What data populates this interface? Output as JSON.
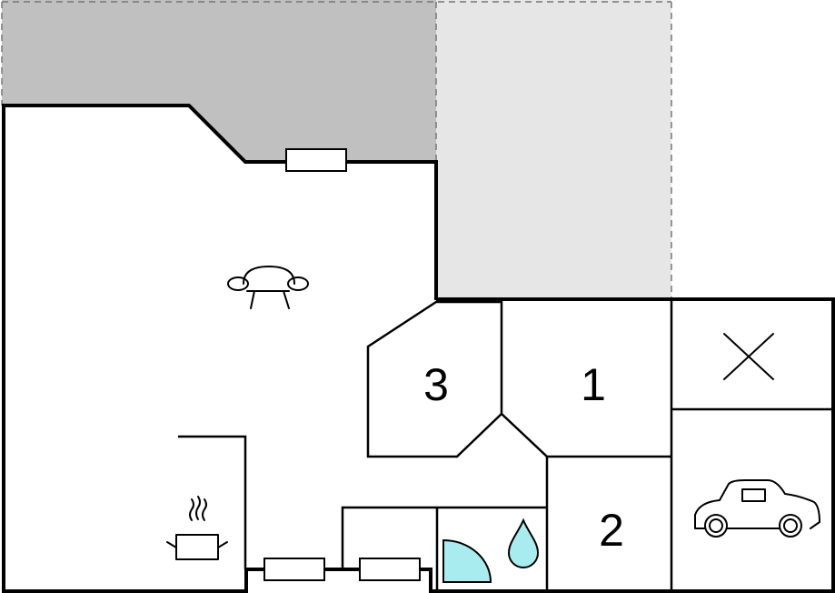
{
  "floor_plan": {
    "rooms": [
      {
        "id": "room-3",
        "label": "3"
      },
      {
        "id": "room-1",
        "label": "1"
      },
      {
        "id": "room-2",
        "label": "2"
      }
    ],
    "icons": [
      "sofa-icon",
      "stove-pot-icon",
      "water-drop-icon",
      "shower-icon",
      "car-icon",
      "cross-icon"
    ],
    "colors": {
      "terrace_dark": "#c0c0c0",
      "terrace_light": "#e6e6e6",
      "shower": "#a9ecf0",
      "water": "#a9ecf0",
      "walls": "#000000"
    }
  }
}
